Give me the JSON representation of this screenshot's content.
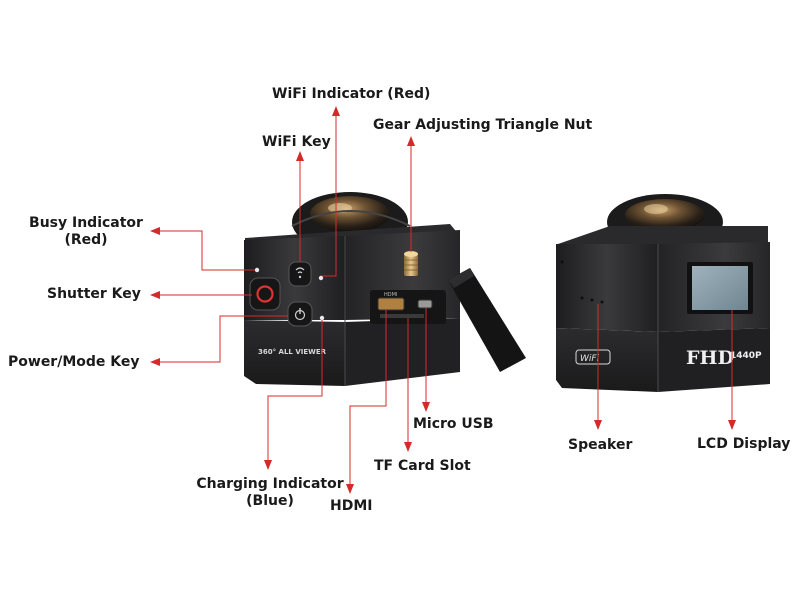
{
  "labels": {
    "wifi_indicator": "WiFi Indicator (Red)",
    "wifi_key": "WiFi Key",
    "gear_nut": "Gear Adjusting Triangle Nut",
    "busy_indicator_line1": "Busy Indicator",
    "busy_indicator_line2": "(Red)",
    "shutter_key": "Shutter Key",
    "power_mode_key": "Power/Mode Key",
    "micro_usb": "Micro USB",
    "tf_card_slot": "TF Card Slot",
    "charging_indicator_line1": "Charging Indicator",
    "charging_indicator_line2": "(Blue)",
    "hdmi": "HDMI",
    "speaker": "Speaker",
    "lcd_display": "LCD Display"
  },
  "device_print": {
    "model_text": "360° ALL VIEWER",
    "resolution_big": "FHD",
    "resolution_small": "1440P",
    "wifi_logo": "WiFi",
    "hdmi_port_text": "HDMI"
  },
  "colors": {
    "callout_line": "#d42a2a",
    "label_text": "#1a1a1a",
    "camera_body": "#2b2b2d"
  }
}
